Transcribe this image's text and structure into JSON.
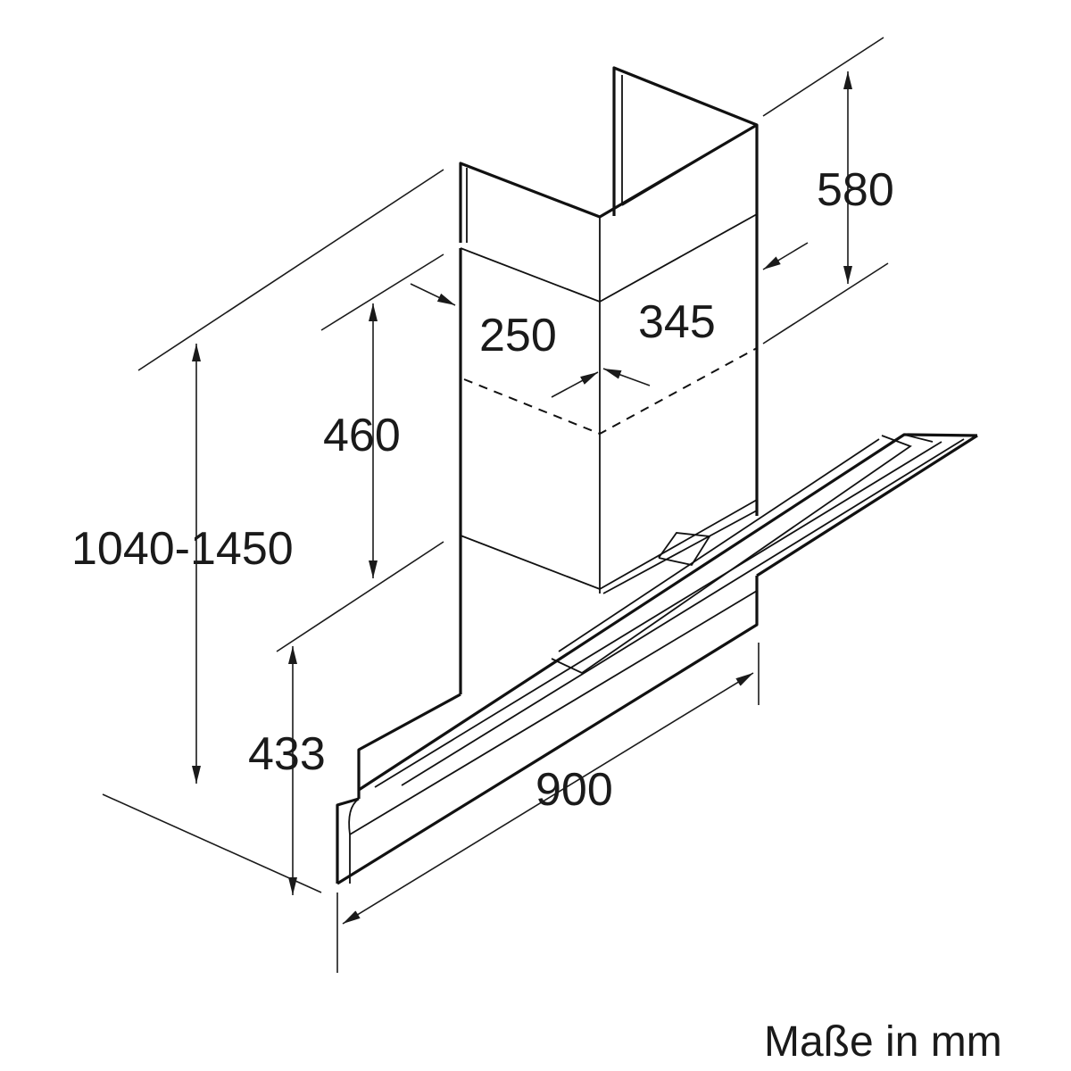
{
  "dimensions": {
    "chimney_top_height": "580",
    "chimney_width": "345",
    "chimney_depth": "250",
    "chimney_lower_height": "460",
    "overall_height": "1040-1450",
    "hood_height": "433",
    "hood_width": "900"
  },
  "caption": "Maße in mm"
}
